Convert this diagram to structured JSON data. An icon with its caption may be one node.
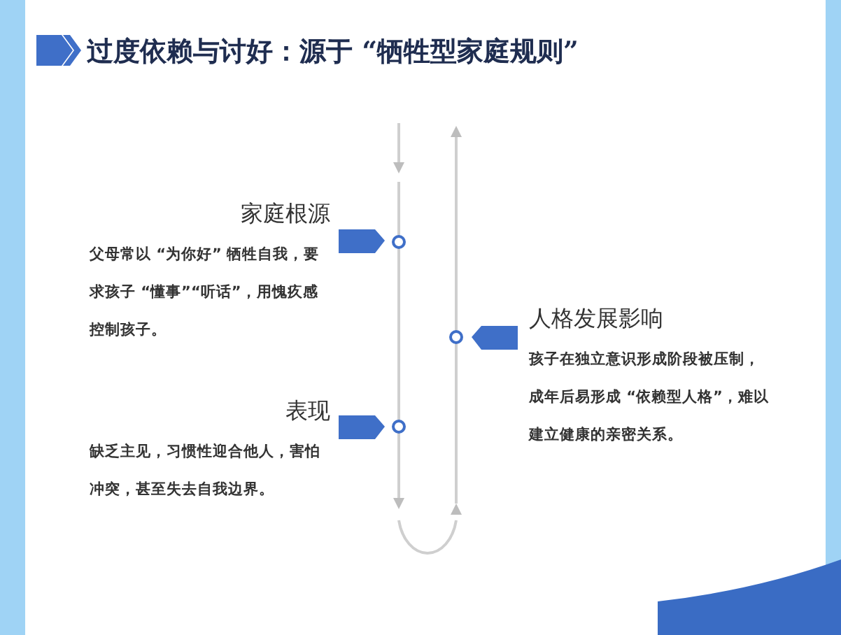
{
  "diagram": {
    "title": "过度依赖与讨好：源于 “牺牲型家庭规则”",
    "nodes": [
      {
        "text": [
          "家庭根源",
          "父母常以 “为你好” 牺牲自我，要求孩子 “懂事”“听话”，用愧疚感控制孩子。"
        ]
      },
      {
        "text": [
          "人格发展影响",
          "孩子在独立意识形成阶段被压制，成年后易形成 “依赖型人格”，难以建立健康的亲密关系。"
        ]
      },
      {
        "text": [
          "表现",
          "缺乏主见，习惯性迎合他人，害怕冲突，甚至失去自我边界。"
        ]
      }
    ]
  }
}
